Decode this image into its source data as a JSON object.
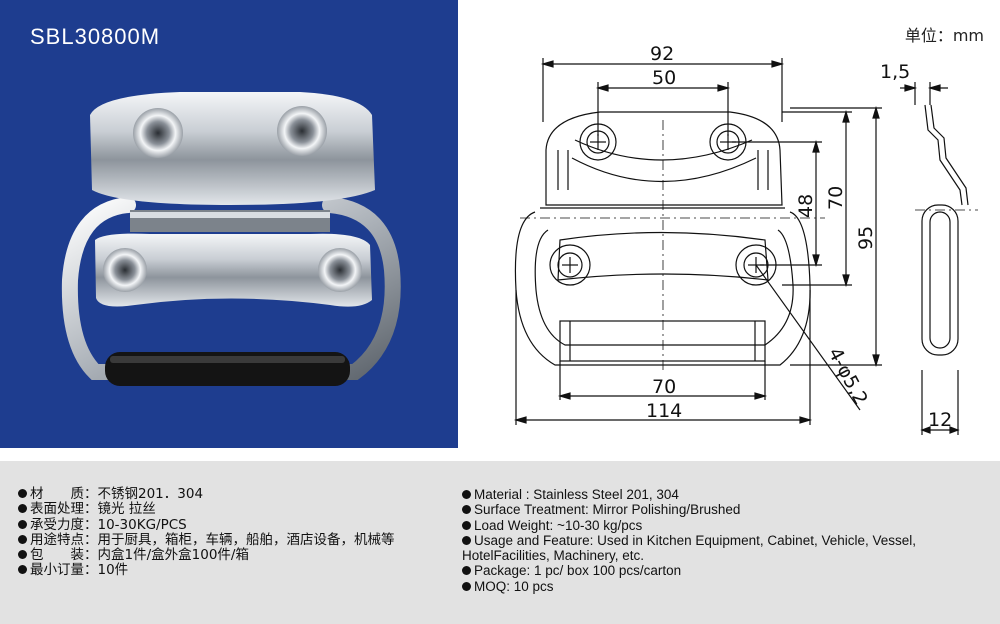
{
  "product": {
    "model": "SBL30800M"
  },
  "drawing": {
    "unit_label": "单位：mm",
    "dimensions": {
      "overall_width": "92",
      "top_hole_spacing": "50",
      "thickness": "1,5",
      "hole_vertical_spacing": "48",
      "mount_height": "70",
      "total_height": "95",
      "grip_length": "70",
      "total_width": "114",
      "hole_spec": "4-φ5,2",
      "depth": "12"
    }
  },
  "specs_cn": [
    {
      "label": "材　　质：",
      "value": "不锈钢201．304"
    },
    {
      "label": "表面处理：",
      "value": "镜光 拉丝"
    },
    {
      "label": "承受力度：",
      "value": "10-30KG/PCS"
    },
    {
      "label": "用途特点：",
      "value": "用于厨具，箱柜，车辆，船舶，酒店设备，机械等"
    },
    {
      "label": "包　　装：",
      "value": "内盒1件/盒外盒100件/箱"
    },
    {
      "label": "最小订量：",
      "value": "10件"
    }
  ],
  "specs_en": [
    {
      "text": "Material : Stainless Steel 201, 304"
    },
    {
      "text": "Surface Treatment: Mirror Polishing/Brushed"
    },
    {
      "text": "Load Weight: ~10-30 kg/pcs"
    },
    {
      "text": "Usage and Feature: Used in Kitchen Equipment, Cabinet, Vehicle, Vessel,",
      "continuation": "HotelFacilities, Machinery, etc."
    },
    {
      "text": "Package: 1 pc/ box  100 pcs/carton"
    },
    {
      "text": "MOQ: 10 pcs"
    }
  ]
}
